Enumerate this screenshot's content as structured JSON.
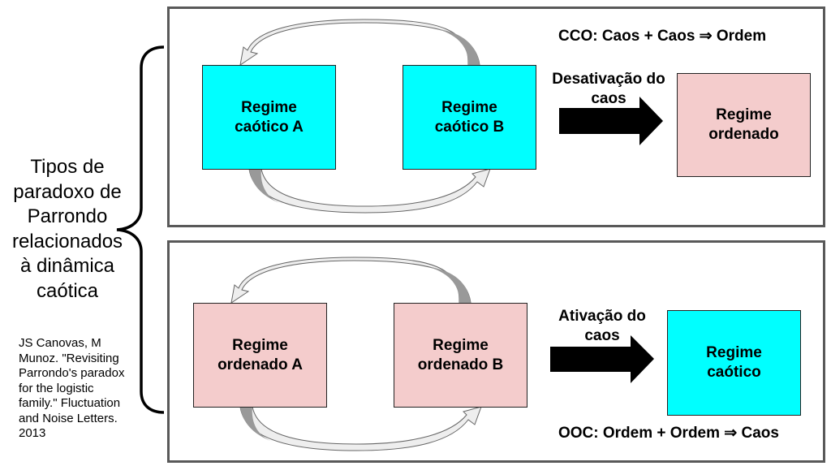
{
  "side": {
    "title": "Tipos de\nparadoxo de\nParrondo\nrelacionados\nà dinâmica\ncaótica",
    "citation": "JS Canovas, M\nMunoz. \"Revisiting\nParrondo's paradox\nfor the logistic\nfamily.\" Fluctuation\nand Noise Letters.\n2013"
  },
  "cco": {
    "formula": "CCO: Caos + Caos ⇒ Ordem",
    "box_a": "Regime\ncaótico A",
    "box_b": "Regime\ncaótico B",
    "arrow_label": "Desativação do\ncaos",
    "result": "Regime\nordenado"
  },
  "ooc": {
    "formula": "OOC: Ordem + Ordem ⇒ Caos",
    "box_a": "Regime\nordenado A",
    "box_b": "Regime\nordenado B",
    "arrow_label": "Ativação do\ncaos",
    "result": "Regime\ncaótico"
  },
  "colors": {
    "chaotic": "#00ffff",
    "ordered": "#f4cccc",
    "panel_border": "#595959"
  }
}
